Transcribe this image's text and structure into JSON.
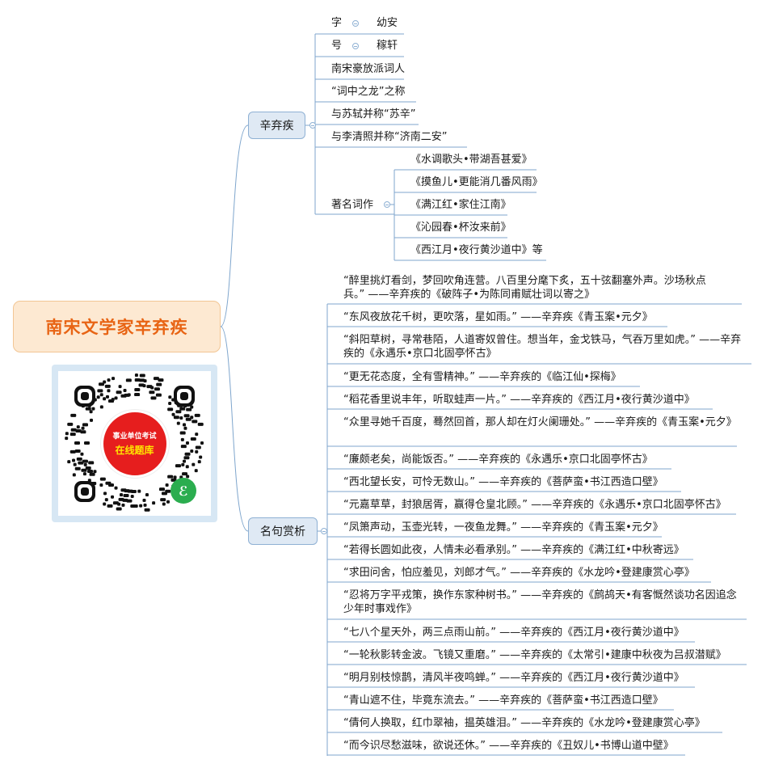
{
  "root": {
    "title": "南宋文学家辛弃疾"
  },
  "branches": {
    "xinqiji": {
      "label": "辛弃疾",
      "items": [
        {
          "label": "字",
          "value": "幼安"
        },
        {
          "label": "号",
          "value": "稼轩"
        },
        {
          "label": "南宋豪放派词人"
        },
        {
          "label": "“词中之龙”之称"
        },
        {
          "label": "与苏轼并称“苏辛”"
        },
        {
          "label": "与李清照并称“济南二安”"
        },
        {
          "label": "著名词作",
          "children": [
            "《水调歌头•带湖吾甚爱》",
            "《摸鱼儿•更能消几番风雨》",
            "《满江红•家住江南》",
            "《沁园春•杯汝来前》",
            "《西江月•夜行黄沙道中》等"
          ]
        }
      ]
    },
    "quotes": {
      "label": "名句赏析",
      "items": [
        "“醉里挑灯看剑，梦回吹角连营。八百里分麾下炙，五十弦翻塞外声。沙场秋点兵。” ——辛弃疾的《破阵子•为陈同甫赋壮词以寄之》",
        "“东风夜放花千树，更吹落，星如雨。” ——辛弃疾《青玉案•元夕》",
        "“斜阳草树，寻常巷陌，人道寄奴曾住。想当年，金戈铁马，气吞万里如虎。” ——辛弃疾的《永遇乐•京口北固亭怀古》",
        "“更无花态度，全有雪精神。” ——辛弃疾的《临江仙•探梅》",
        "“稻花香里说丰年，听取蛙声一片。” ——辛弃疾的《西江月•夜行黄沙道中》",
        "“众里寻她千百度，蓦然回首，那人却在灯火阑珊处。” ——辛弃疾的《青玉案•元夕》",
        "“廉颇老矣，尚能饭否。” ——辛弃疾的《永遇乐•京口北固亭怀古》",
        "“西北望长安，可怜无数山。” ——辛弃疾的《菩萨蛮•书江西造口壁》",
        "“元嘉草草，封狼居胥，赢得仓皇北顾。” ——辛弃疾的《永遇乐•京口北固亭怀古》",
        "“凤箫声动，玉壶光转，一夜鱼龙舞。” ——辛弃疾的《青玉案•元夕》",
        "“若得长圆如此夜，人情未必看承别。” ——辛弃疾的《满江红•中秋寄远》",
        "“求田问舍，怕应羞见，刘郎才气。” ——辛弃疾的《水龙吟•登建康赏心亭》",
        "“忍将万字平戎策，换作东家种树书。” ——辛弃疾的《鹧鸪天•有客慨然谈功名因追念少年时事戏作》",
        "“七八个星天外，两三点雨山前。” ——辛弃疾的《西江月•夜行黄沙道中》",
        "“一轮秋影转金波。飞镜又重磨。” ——辛弃疾的《太常引•建康中秋夜为吕叔潜赋》",
        "“明月别枝惊鹊，清风半夜鸣蝉。” ——辛弃疾的《西江月•夜行黄沙道中》",
        "“青山遮不住，毕竟东流去。” ——辛弃疾的《菩萨蛮•书江西造口壁》",
        "“倩何人换取，红巾翠袖，揾英雄泪。” ——辛弃疾的《水龙吟•登建康赏心亭》",
        "“而今识尽愁滋味，欲说还休。” ——辛弃疾的《丑奴儿•书博山道中壁》"
      ]
    }
  },
  "qr": {
    "line1": "事业单位考试",
    "line2": "在线题库",
    "badge_icon": "mini-program-icon"
  },
  "colors": {
    "connector": "#7fa6cd",
    "root_text": "#e86414",
    "qr_center": "#e61e1e",
    "qr_badge": "#2bad4f"
  }
}
